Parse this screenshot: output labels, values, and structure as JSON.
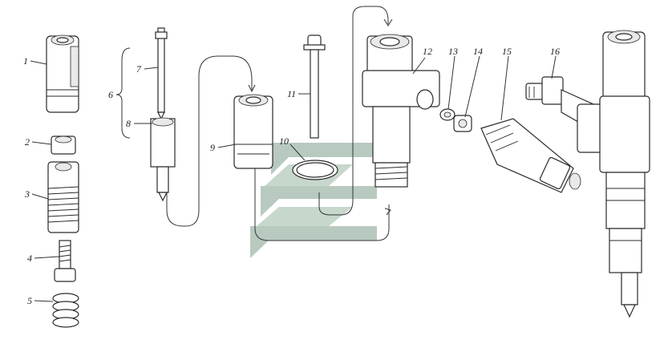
{
  "callouts": [
    {
      "id": "c1",
      "text": "1"
    },
    {
      "id": "c2",
      "text": "2"
    },
    {
      "id": "c3",
      "text": "3"
    },
    {
      "id": "c4",
      "text": "4"
    },
    {
      "id": "c5",
      "text": "5"
    },
    {
      "id": "c6",
      "text": "6"
    },
    {
      "id": "c7",
      "text": "7"
    },
    {
      "id": "c8",
      "text": "8"
    },
    {
      "id": "c9",
      "text": "9"
    },
    {
      "id": "c10",
      "text": "10"
    },
    {
      "id": "c11",
      "text": "11"
    },
    {
      "id": "c12",
      "text": "12"
    },
    {
      "id": "c13",
      "text": "13"
    },
    {
      "id": "c14",
      "text": "14"
    },
    {
      "id": "c15",
      "text": "15"
    },
    {
      "id": "c16",
      "text": "16"
    }
  ],
  "colors": {
    "watermark": "#7fa08c",
    "ink": "#2a2a2a"
  },
  "watermark_icon": "road-logo-watermark"
}
